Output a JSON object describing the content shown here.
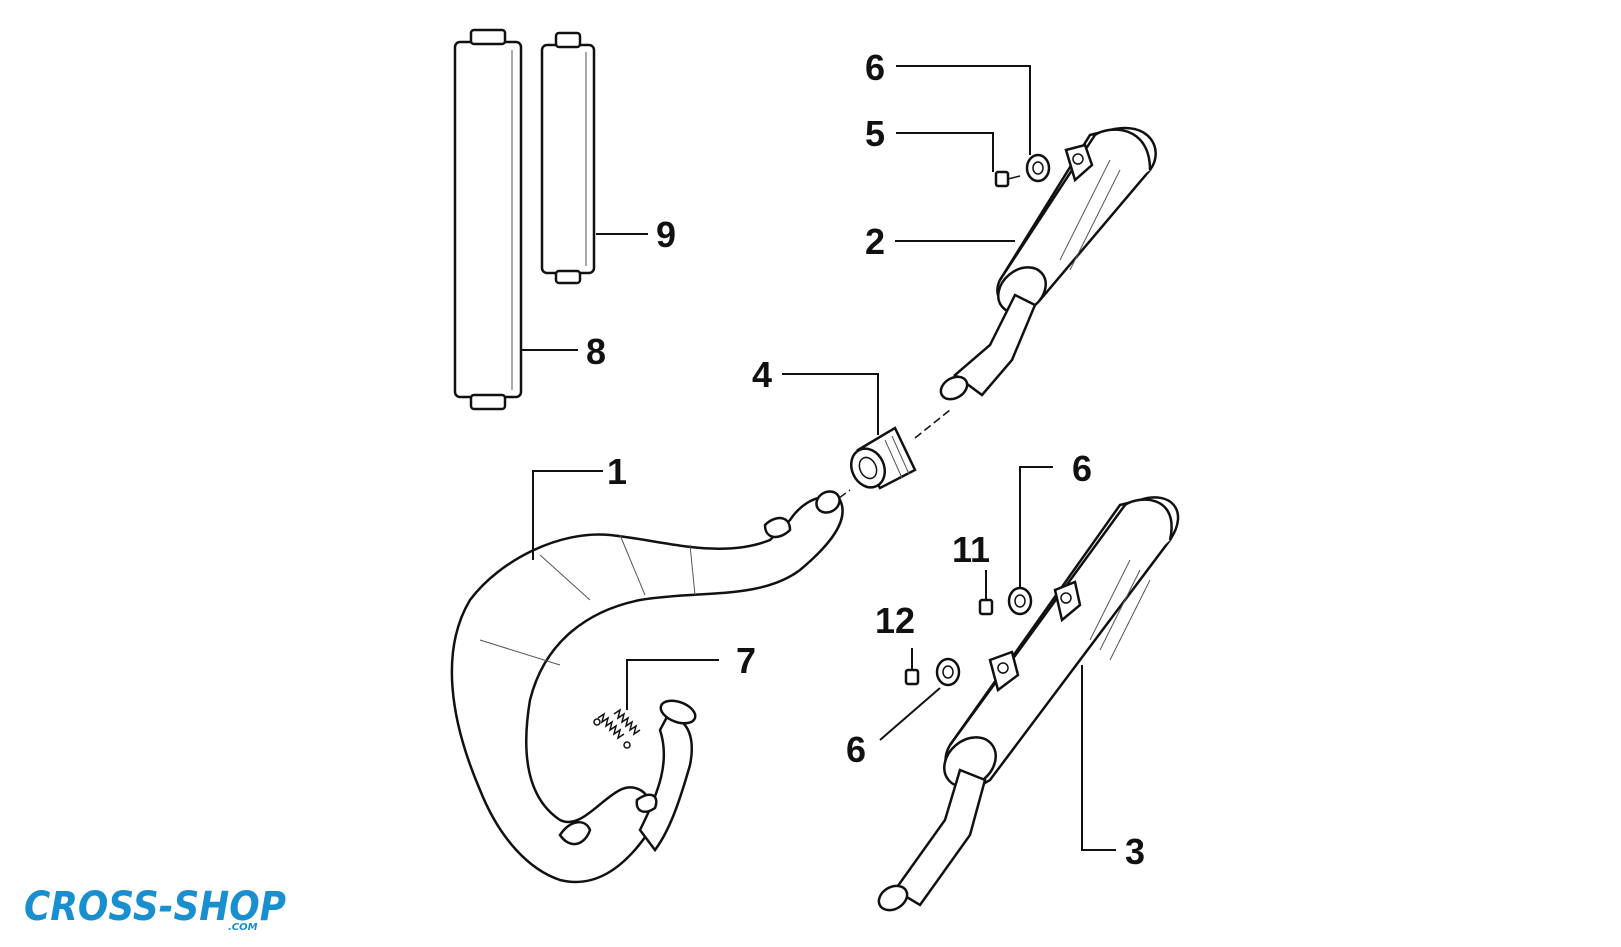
{
  "callouts": {
    "c1": "1",
    "c2": "2",
    "c3": "3",
    "c4": "4",
    "c5": "5",
    "c6a": "6",
    "c6b": "6",
    "c6c": "6",
    "c7": "7",
    "c8": "8",
    "c9": "9",
    "c11": "11",
    "c12": "12"
  },
  "logo": {
    "main": "CROSS-SHOP",
    "sub": ".COM",
    "color": "#1a8fd0"
  }
}
